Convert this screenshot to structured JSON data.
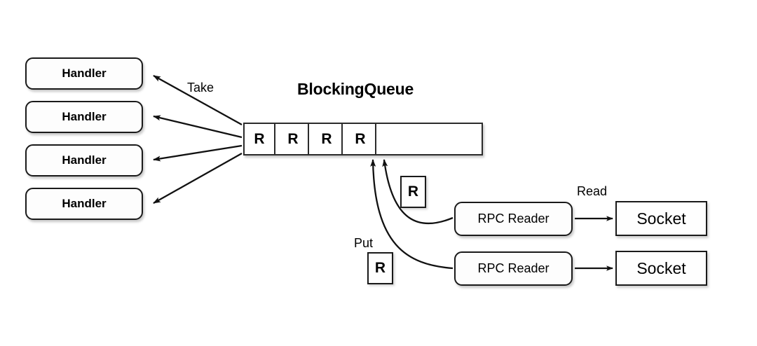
{
  "diagram": {
    "title": "BlockingQueue",
    "background_color": "#ffffff",
    "stroke_color": "#1a1a1a"
  },
  "handlers": [
    {
      "label": "Handler"
    },
    {
      "label": "Handler"
    },
    {
      "label": "Handler"
    },
    {
      "label": "Handler"
    }
  ],
  "queue": {
    "title": "BlockingQueue",
    "cells": [
      {
        "label": "R"
      },
      {
        "label": "R"
      },
      {
        "label": "R"
      },
      {
        "label": "R"
      },
      {
        "label": ""
      }
    ]
  },
  "readers": [
    {
      "label": "RPC Reader"
    },
    {
      "label": "RPC Reader"
    }
  ],
  "sockets": [
    {
      "label": "Socket"
    },
    {
      "label": "Socket"
    }
  ],
  "in_flight_requests": [
    {
      "label": "R"
    },
    {
      "label": "R"
    }
  ],
  "labels": {
    "take": "Take",
    "put": "Put",
    "read": "Read"
  }
}
